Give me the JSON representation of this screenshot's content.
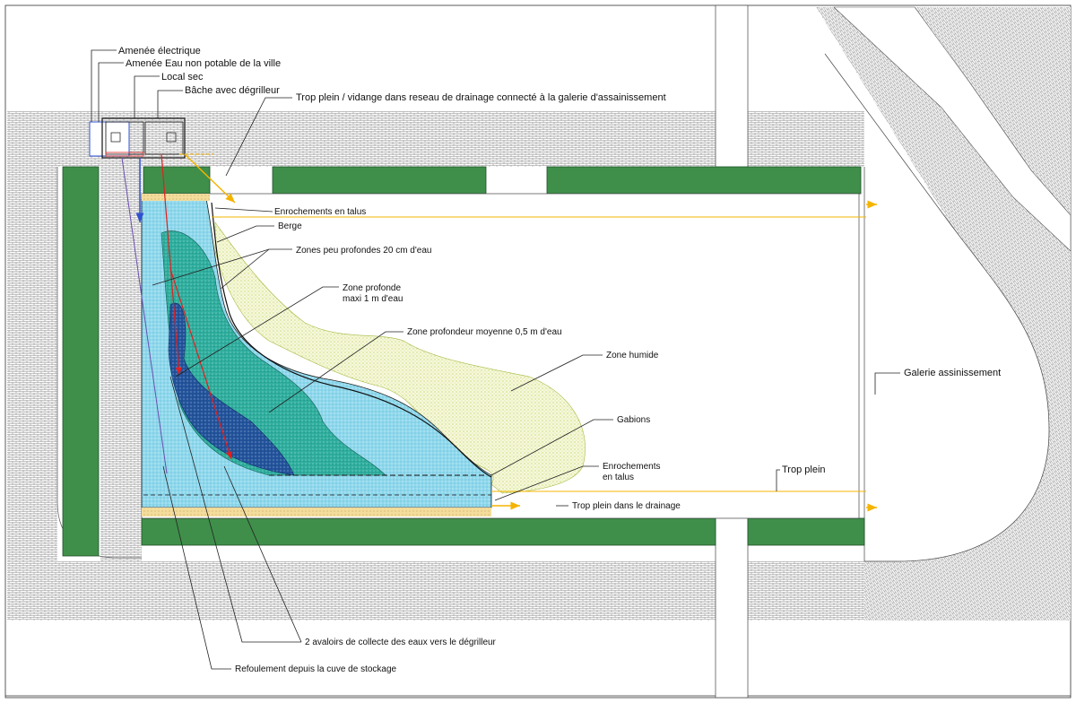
{
  "labels": {
    "amenee_electrique": "Amenée électrique",
    "amenee_eau": "Amenée Eau non potable de la ville",
    "local_sec": "Local sec",
    "bache": "Bâche avec dégrilleur",
    "trop_plein_vidange": "Trop plein / vidange dans reseau de drainage connecté à la galerie d'assainissement",
    "enrochements_talus_top": "Enrochements en talus",
    "berge": "Berge",
    "zones_peu_profondes": "Zones peu profondes 20 cm d'eau",
    "zone_profonde_1": "Zone profonde",
    "zone_profonde_2": "maxi 1 m d'eau",
    "zone_moyenne": "Zone profondeur moyenne 0,5 m d'eau",
    "zone_humide": "Zone humide",
    "gabions": "Gabions",
    "enrochements_talus_bottom_1": "Enrochements",
    "enrochements_talus_bottom_2": "en talus",
    "trop_plein_drainage": "Trop plein dans le drainage",
    "trop_plein": "Trop plein",
    "galerie": "Galerie assinissement",
    "avaloirs": "2 avaloirs de collecte des eaux vers le dégrilleur",
    "refoulement": "Refoulement depuis la cuve de stockage"
  },
  "colors": {
    "green_wall": "#3f8f4a",
    "light_water": "#8fd8ec",
    "medium_water": "#2fae9e",
    "deep_water": "#23549c",
    "wet_zone": "#dbe89a",
    "gravel": "#f3dc9c",
    "pipe_yellow": "#f5b400",
    "pipe_red": "#e02020",
    "pipe_blue": "#3050d0",
    "pipe_purple": "#6a4fb0"
  }
}
